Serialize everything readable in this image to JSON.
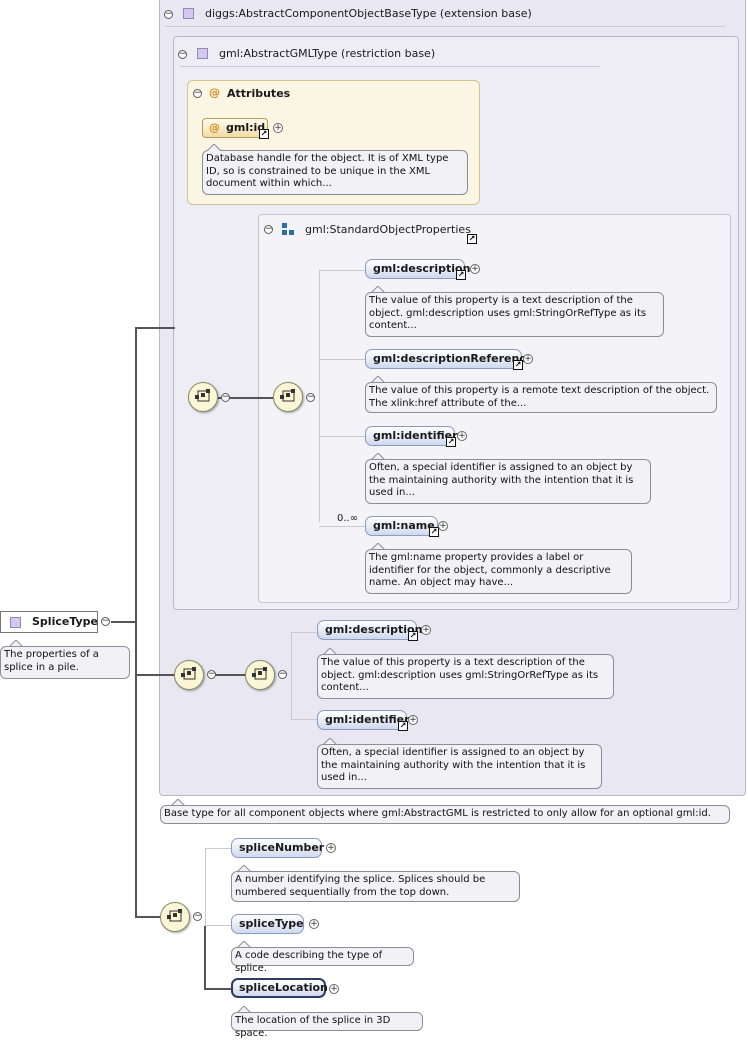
{
  "extension_panel": {
    "title": "diggs:AbstractComponentObjectBaseType (extension base)",
    "note": "Base type for all component objects where gml:AbstractGML is restricted to only allow for an optional gml:id."
  },
  "restriction_panel": {
    "title": "gml:AbstractGMLType (restriction base)"
  },
  "attributes_panel": {
    "title": "Attributes",
    "symbol": "@",
    "attribute": {
      "name": "gml:id",
      "note": "Database handle for the object. It is of XML type ID, so is constrained to be unique in the XML document within which..."
    }
  },
  "group_panel": {
    "title": "gml:StandardObjectProperties",
    "elements": [
      {
        "name": "gml:description",
        "note": "The value of this property is a text description of the object. gml:description uses gml:StringOrRefType as its content..."
      },
      {
        "name": "gml:descriptionReference",
        "note": "The value of this property is a remote text description of the object. The xlink:href attribute of the..."
      },
      {
        "name": "gml:identifier",
        "note": "Often, a special identifier is assigned to an object by the maintaining authority with the intention that it is used in..."
      },
      {
        "name": "gml:name",
        "cardinality": "0..∞",
        "note": "The gml:name property provides a label or identifier for the object, commonly a descriptive name. An object may have..."
      }
    ]
  },
  "extension_elements": [
    {
      "name": "gml:description",
      "note": "The value of this property is a text description of the object. gml:description uses gml:StringOrRefType as its content..."
    },
    {
      "name": "gml:identifier",
      "note": "Often, a special identifier is assigned to an object by the maintaining authority with the intention that it is used in..."
    }
  ],
  "root": {
    "name": "SpliceType",
    "note": "The properties of a splice in a pile."
  },
  "local_elements": [
    {
      "name": "spliceNumber",
      "note": "A number identifying the splice. Splices should be numbered sequentially from the top down."
    },
    {
      "name": "spliceType",
      "note": "A code describing the type of splice."
    },
    {
      "name": "spliceLocation",
      "note": "The location of the splice in 3D space."
    }
  ],
  "symbols": {
    "collapse": "−",
    "expand": "+",
    "reference": "↗"
  },
  "colors": {
    "complex_type_icon": "#d4c8ec",
    "compositor": "#fbf6d6",
    "attributes_bg": "#fbf5e4",
    "element_gradient": "#cfd9ee"
  }
}
